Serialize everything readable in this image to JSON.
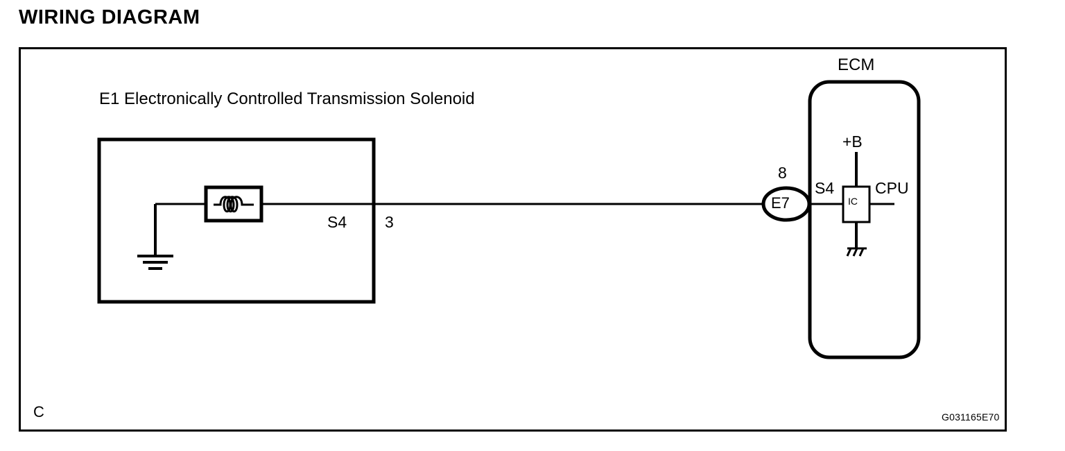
{
  "page": {
    "title": "WIRING DIAGRAM",
    "figure_code": "G031165E70",
    "corner_marker": "C",
    "background_color": "#ffffff",
    "line_color": "#000000"
  },
  "diagram": {
    "components": {
      "solenoid": {
        "name": "E1 Electronically Controlled Transmission Solenoid",
        "connector_id": "E1",
        "terminal_label": "S4",
        "pin_number": "3",
        "symbol": "coil-inductor",
        "ground": "earth-ground"
      },
      "junction_connector": {
        "id": "E7",
        "pin_number": "8",
        "symbol": "ellipse-connector"
      },
      "ecm": {
        "name": "ECM",
        "terminal_label": "S4",
        "power_label": "+B",
        "output_label": "CPU",
        "chip_label": "IC",
        "ground": "chassis-ground"
      }
    },
    "wires": [
      {
        "from": "solenoid-ground",
        "to": "solenoid-coil"
      },
      {
        "from": "solenoid-coil",
        "to": "E7"
      },
      {
        "from": "E7",
        "to": "ecm-IC"
      },
      {
        "from": "ecm-IC",
        "to": "CPU"
      },
      {
        "from": "+B",
        "to": "ecm-IC"
      },
      {
        "from": "ecm-IC",
        "to": "chassis-ground"
      }
    ]
  },
  "chart_data": {
    "type": "diagram",
    "title": "WIRING DIAGRAM",
    "nodes": [
      {
        "id": "E1",
        "label": "E1 Electronically Controlled Transmission Solenoid",
        "kind": "component-box"
      },
      {
        "id": "COIL",
        "label": "",
        "kind": "inductor-coil"
      },
      {
        "id": "GND1",
        "label": "",
        "kind": "earth-ground"
      },
      {
        "id": "E7",
        "label": "E7",
        "kind": "connector-ellipse",
        "pin": "8"
      },
      {
        "id": "ECM",
        "label": "ECM",
        "kind": "module-rounded-box"
      },
      {
        "id": "IC",
        "label": "IC",
        "kind": "chip-box"
      },
      {
        "id": "PB",
        "label": "+B",
        "kind": "power-terminal"
      },
      {
        "id": "CPU",
        "label": "CPU",
        "kind": "signal-terminal"
      },
      {
        "id": "GND2",
        "label": "",
        "kind": "chassis-ground"
      }
    ],
    "edges": [
      {
        "from": "GND1",
        "to": "COIL",
        "label": ""
      },
      {
        "from": "COIL",
        "to": "E7",
        "label": "S4 / 3"
      },
      {
        "from": "E7",
        "to": "IC",
        "label": "S4"
      },
      {
        "from": "PB",
        "to": "IC",
        "label": "+B"
      },
      {
        "from": "IC",
        "to": "CPU",
        "label": "CPU"
      },
      {
        "from": "IC",
        "to": "GND2",
        "label": ""
      }
    ]
  }
}
